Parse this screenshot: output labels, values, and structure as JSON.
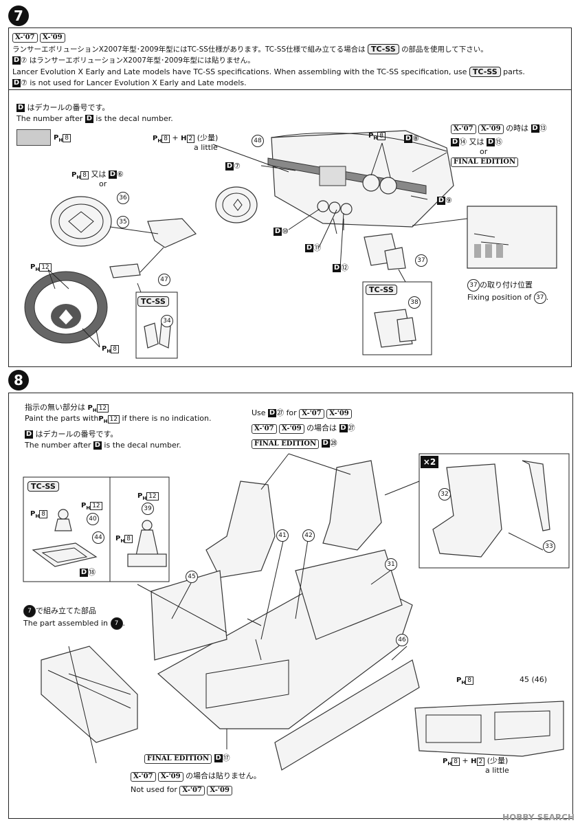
{
  "step7": {
    "number": "7",
    "header": {
      "tag1": "X-'07",
      "tag2": "X-'09",
      "jp1a": "ランサーエボリューションX2007年型･2009年型にはTC-SS仕様があります。TC-SS仕様で組み立てる場合は",
      "tc": "TC-SS",
      "jp1b": "の部品を使用して下さい。",
      "jp2_d": "D",
      "jp2_n": "⑦",
      "jp2": "はランサーエボリューションX2007年型･2009年型には貼りません。",
      "en1a": "Lancer Evolution X Early and Late models have TC-SS specifications. When assembling with the TC-SS specification, use",
      "en1b": "parts.",
      "en2": "is not used for Lancer Evolution X Early and Late models."
    },
    "decal_note_jp": "はデカールの番号です。",
    "decal_note_en_a": "The number after",
    "decal_note_en_b": "is the decal number.",
    "swatch_label": "8",
    "mix_label": "8",
    "mix_label2": "2",
    "mix_jp": "(少量)",
    "mix_en": "a little",
    "or_jp": "又は",
    "or_en": "or",
    "d6": "⑥",
    "p36": "36",
    "p35": "35",
    "p47": "47",
    "p34": "34",
    "p48": "48",
    "p37": "37",
    "p38": "38",
    "ph12": "12",
    "ph8": "8",
    "d7": "⑦",
    "d8": "⑧",
    "d9": "⑨",
    "d10": "⑩",
    "d11": "⑪",
    "d12": "⑫",
    "d13": "⑬",
    "d14": "⑭",
    "d15": "⑮",
    "when_jp": "の時は",
    "final_edition": "FINAL EDITION",
    "fix_jp": "の取り付け位置",
    "fix_en": "Fixing position of"
  },
  "step8": {
    "number": "8",
    "paint_jp_a": "指示の無い部分は",
    "paint_en_a": "Paint the parts with",
    "paint_en_b": "if there is no indication.",
    "use_en": "Use",
    "for_en": "for",
    "d27": "㉗",
    "d28": "㉘",
    "d18": "⑱",
    "d17": "⑰",
    "case_jp": "の場合は",
    "tc": "TC-SS",
    "x2": "×2",
    "p31": "31",
    "p32": "32",
    "p33": "33",
    "p39": "39",
    "p40": "40",
    "p41": "41",
    "p42": "42",
    "p44": "44",
    "p45": "45",
    "p46": "46",
    "p45_46": "45 (46)",
    "assembled_jp": "で組み立てた部品",
    "assembled_en": "The part assembled in",
    "not_jp": "の場合は貼りません。",
    "not_en": "Not used for"
  },
  "watermark": "HOBBY SEARCH"
}
